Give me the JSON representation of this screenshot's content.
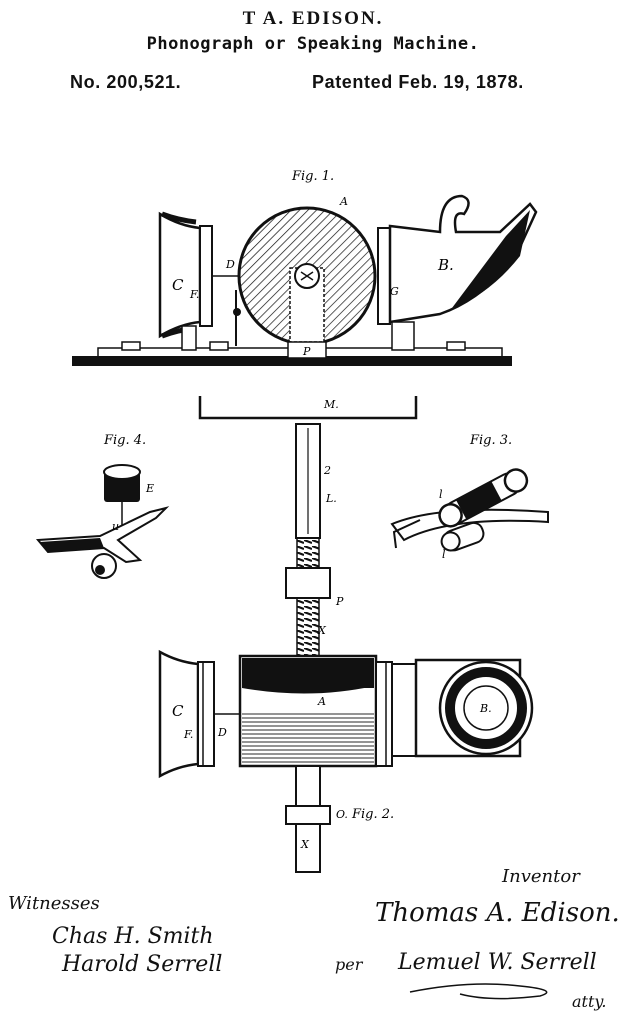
{
  "header": {
    "title": "T A. EDISON.",
    "subtitle": "Phonograph or Speaking Machine.",
    "patent_number": "No. 200,521.",
    "patent_date": "Patented Feb. 19, 1878."
  },
  "figures": {
    "fig1": "Fig. 1.",
    "fig2": "Fig. 2.",
    "fig3": "Fig. 3.",
    "fig4": "Fig. 4."
  },
  "labels": {
    "A": "A",
    "B": "B.",
    "C": "C",
    "F": "F.",
    "D": "D",
    "G": "G",
    "P": "P",
    "M": "M.",
    "L": "L.",
    "X": "X",
    "O": "O.",
    "l": "l",
    "u": "u",
    "E": "E",
    "two": "2"
  },
  "signatures": {
    "witnesses_label": "Witnesses",
    "witness1": "Chas H. Smith",
    "witness2": "Harold Serrell",
    "inventor_label": "Inventor",
    "inventor": "Thomas A. Edison.",
    "per": "per",
    "attorney": "Lemuel W. Serrell",
    "atty": "atty."
  }
}
